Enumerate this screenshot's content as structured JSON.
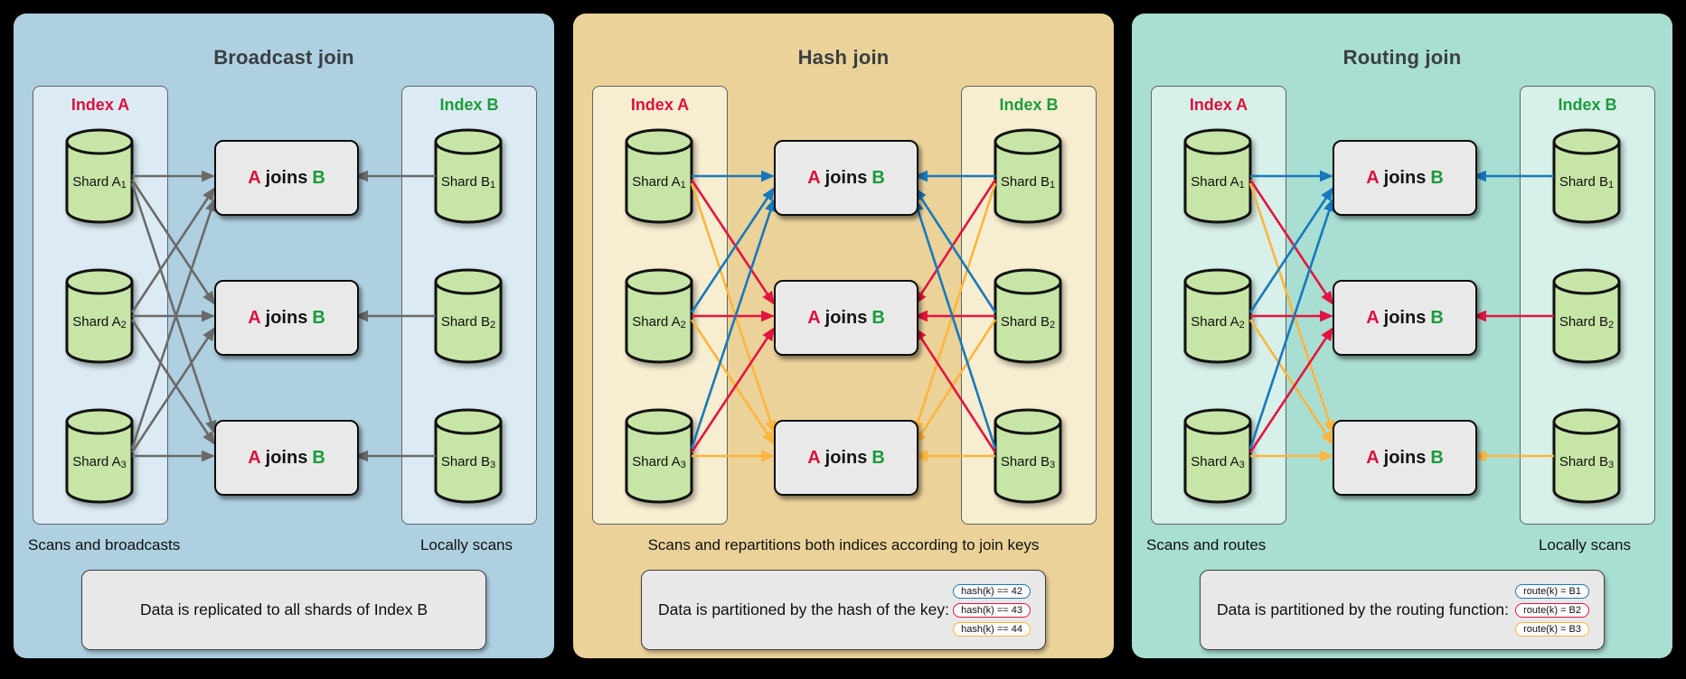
{
  "palette": {
    "arrow_gray": "#6a6a6a",
    "blue": "#1779bc",
    "red": "#e21540",
    "yellow": "#fcb53e",
    "index_a": "#d8123e",
    "index_b": "#1b9c3c",
    "title": "#3a3f42",
    "cylinder_fill": "#c7e5a6",
    "join_box_fill": "#e9e9e9"
  },
  "join_label": {
    "a": "A",
    "mid": "joins",
    "b": "B"
  },
  "panels": [
    {
      "title": "Broadcast join",
      "colors": {
        "bg": "#aed0e0",
        "column_bg": "#dcebf3"
      },
      "index_a_label": "Index A",
      "index_b_label": "Index B",
      "shards_a": [
        {
          "name": "Shard A",
          "sub": "1"
        },
        {
          "name": "Shard A",
          "sub": "2"
        },
        {
          "name": "Shard A",
          "sub": "3"
        }
      ],
      "shards_b": [
        {
          "name": "Shard B",
          "sub": "1"
        },
        {
          "name": "Shard B",
          "sub": "2"
        },
        {
          "name": "Shard B",
          "sub": "3"
        }
      ],
      "caption_left": "Scans and broadcasts",
      "caption_right": "Locally scans",
      "note": {
        "text": "Data is replicated to all shards of Index B",
        "badges": []
      },
      "arrows": {
        "left": [
          {
            "from": 0,
            "to": 0,
            "color": "arrow_gray"
          },
          {
            "from": 0,
            "to": 1,
            "color": "arrow_gray"
          },
          {
            "from": 0,
            "to": 2,
            "color": "arrow_gray"
          },
          {
            "from": 1,
            "to": 0,
            "color": "arrow_gray"
          },
          {
            "from": 1,
            "to": 1,
            "color": "arrow_gray"
          },
          {
            "from": 1,
            "to": 2,
            "color": "arrow_gray"
          },
          {
            "from": 2,
            "to": 0,
            "color": "arrow_gray"
          },
          {
            "from": 2,
            "to": 1,
            "color": "arrow_gray"
          },
          {
            "from": 2,
            "to": 2,
            "color": "arrow_gray"
          }
        ],
        "right": [
          {
            "from": 0,
            "to": 0,
            "color": "arrow_gray"
          },
          {
            "from": 1,
            "to": 1,
            "color": "arrow_gray"
          },
          {
            "from": 2,
            "to": 2,
            "color": "arrow_gray"
          }
        ]
      }
    },
    {
      "title": "Hash join",
      "colors": {
        "bg": "#ead299",
        "column_bg": "#f7edd0"
      },
      "index_a_label": "Index A",
      "index_b_label": "Index B",
      "shards_a": [
        {
          "name": "Shard A",
          "sub": "1"
        },
        {
          "name": "Shard A",
          "sub": "2"
        },
        {
          "name": "Shard A",
          "sub": "3"
        }
      ],
      "shards_b": [
        {
          "name": "Shard B",
          "sub": "1"
        },
        {
          "name": "Shard B",
          "sub": "2"
        },
        {
          "name": "Shard B",
          "sub": "3"
        }
      ],
      "caption_center": "Scans and repartitions both indices according to join keys",
      "note": {
        "text": "Data is partitioned by the hash of the key:",
        "badges": [
          {
            "label": "hash(k) == 42",
            "color": "blue"
          },
          {
            "label": "hash(k) == 43",
            "color": "red"
          },
          {
            "label": "hash(k) == 44",
            "color": "yellow"
          }
        ]
      },
      "arrows": {
        "left": [
          {
            "from": 0,
            "to": 0,
            "color": "blue"
          },
          {
            "from": 0,
            "to": 1,
            "color": "red"
          },
          {
            "from": 0,
            "to": 2,
            "color": "yellow"
          },
          {
            "from": 1,
            "to": 0,
            "color": "blue"
          },
          {
            "from": 1,
            "to": 1,
            "color": "red"
          },
          {
            "from": 1,
            "to": 2,
            "color": "yellow"
          },
          {
            "from": 2,
            "to": 0,
            "color": "blue"
          },
          {
            "from": 2,
            "to": 1,
            "color": "red"
          },
          {
            "from": 2,
            "to": 2,
            "color": "yellow"
          }
        ],
        "right": [
          {
            "from": 0,
            "to": 0,
            "color": "blue"
          },
          {
            "from": 0,
            "to": 1,
            "color": "red"
          },
          {
            "from": 0,
            "to": 2,
            "color": "yellow"
          },
          {
            "from": 1,
            "to": 0,
            "color": "blue"
          },
          {
            "from": 1,
            "to": 1,
            "color": "red"
          },
          {
            "from": 1,
            "to": 2,
            "color": "yellow"
          },
          {
            "from": 2,
            "to": 0,
            "color": "blue"
          },
          {
            "from": 2,
            "to": 1,
            "color": "red"
          },
          {
            "from": 2,
            "to": 2,
            "color": "yellow"
          }
        ]
      }
    },
    {
      "title": "Routing join",
      "colors": {
        "bg": "#a9ded2",
        "column_bg": "#d7f0e9"
      },
      "index_a_label": "Index A",
      "index_b_label": "Index B",
      "shards_a": [
        {
          "name": "Shard A",
          "sub": "1"
        },
        {
          "name": "Shard A",
          "sub": "2"
        },
        {
          "name": "Shard A",
          "sub": "3"
        }
      ],
      "shards_b": [
        {
          "name": "Shard B",
          "sub": "1"
        },
        {
          "name": "Shard B",
          "sub": "2"
        },
        {
          "name": "Shard B",
          "sub": "3"
        }
      ],
      "caption_left": "Scans and routes",
      "caption_right": "Locally scans",
      "note": {
        "text": "Data is partitioned by the routing function:",
        "badges": [
          {
            "label": "route(k) = B1",
            "color": "blue"
          },
          {
            "label": "route(k) = B2",
            "color": "red"
          },
          {
            "label": "route(k) = B3",
            "color": "yellow"
          }
        ]
      },
      "arrows": {
        "left": [
          {
            "from": 0,
            "to": 0,
            "color": "blue"
          },
          {
            "from": 0,
            "to": 1,
            "color": "red"
          },
          {
            "from": 0,
            "to": 2,
            "color": "yellow"
          },
          {
            "from": 1,
            "to": 0,
            "color": "blue"
          },
          {
            "from": 1,
            "to": 1,
            "color": "red"
          },
          {
            "from": 1,
            "to": 2,
            "color": "yellow"
          },
          {
            "from": 2,
            "to": 0,
            "color": "blue"
          },
          {
            "from": 2,
            "to": 1,
            "color": "red"
          },
          {
            "from": 2,
            "to": 2,
            "color": "yellow"
          }
        ],
        "right": [
          {
            "from": 0,
            "to": 0,
            "color": "blue"
          },
          {
            "from": 1,
            "to": 1,
            "color": "red"
          },
          {
            "from": 2,
            "to": 2,
            "color": "yellow"
          }
        ]
      }
    }
  ]
}
